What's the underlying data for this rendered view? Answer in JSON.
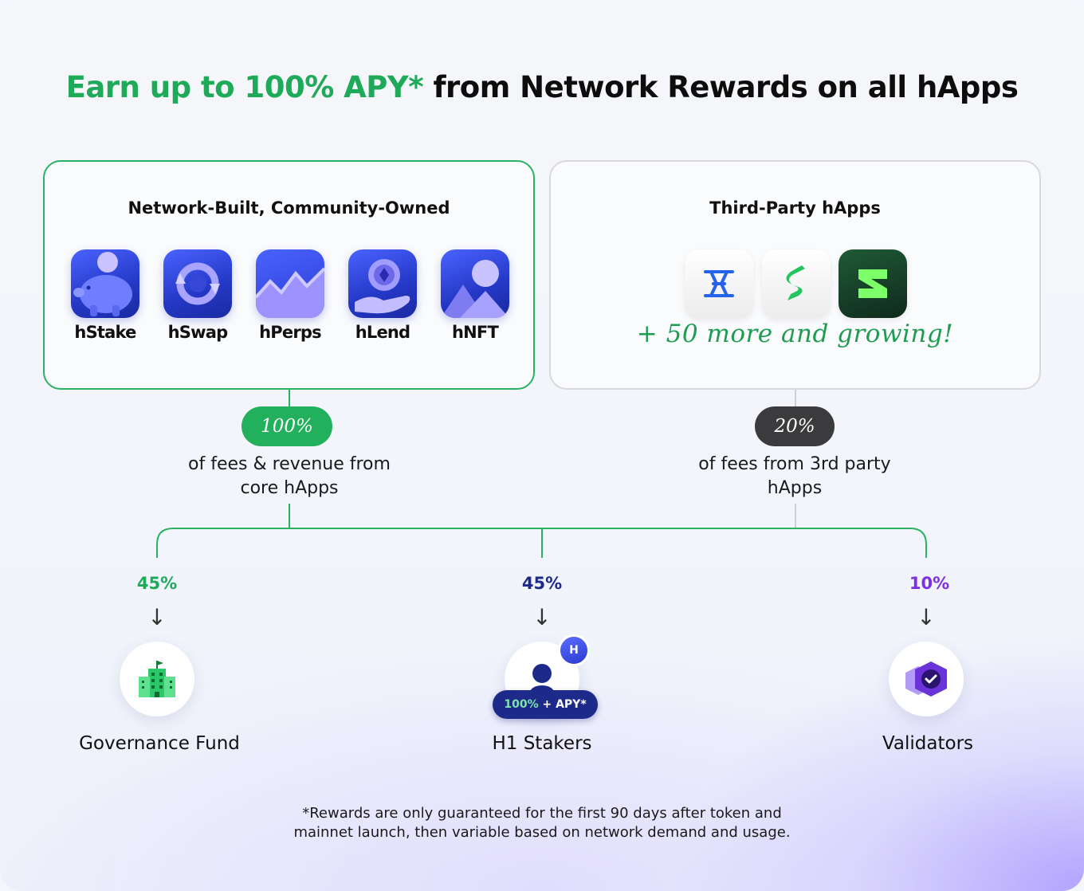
{
  "title": {
    "highlight": "Earn up to 100% APY*",
    "rest": " from Network Rewards on all hApps"
  },
  "colors": {
    "brand_green": "#1faa59",
    "navy": "#1d2a8a",
    "purple": "#7b2ee6",
    "app_blue": "#2438c6"
  },
  "left_panel": {
    "title": "Network-Built, Community-Owned",
    "apps": [
      {
        "label": "hStake",
        "icon": "piggy-bank-icon"
      },
      {
        "label": "hSwap",
        "icon": "swap-arrows-icon"
      },
      {
        "label": "hPerps",
        "icon": "chart-wave-icon"
      },
      {
        "label": "hLend",
        "icon": "coin-hand-icon"
      },
      {
        "label": "hNFT",
        "icon": "mountain-sun-icon"
      }
    ]
  },
  "right_panel": {
    "title": "Third-Party hApps",
    "apps": [
      {
        "icon": "blue-bracket-logo-icon"
      },
      {
        "icon": "green-s-logo-icon"
      },
      {
        "icon": "green-z-logo-icon"
      }
    ],
    "more": "+ 50 more and growing!"
  },
  "core_fees": {
    "pill": "100%",
    "line1": "of fees & revenue from",
    "line2": "core hApps"
  },
  "third_party_fees": {
    "pill": "20%",
    "line1": "of fees from 3rd party",
    "line2": "hApps"
  },
  "recipients": [
    {
      "percent": "45%",
      "label": "Governance Fund",
      "icon": "building-icon",
      "color": "#1faa59"
    },
    {
      "percent": "45%",
      "label": "H1 Stakers",
      "icon": "user-icon",
      "color": "#1d2a8a"
    },
    {
      "percent": "10%",
      "label": "Validators",
      "icon": "cube-check-icon",
      "color": "#7b2ee6"
    }
  ],
  "stakers_badge": {
    "num": "100%",
    "rest": "+ APY*"
  },
  "h1_badge": "H",
  "footnote": {
    "line1": "*Rewards are only guaranteed for the first 90 days after token and",
    "line2": "mainnet launch, then variable based on network demand and usage."
  }
}
